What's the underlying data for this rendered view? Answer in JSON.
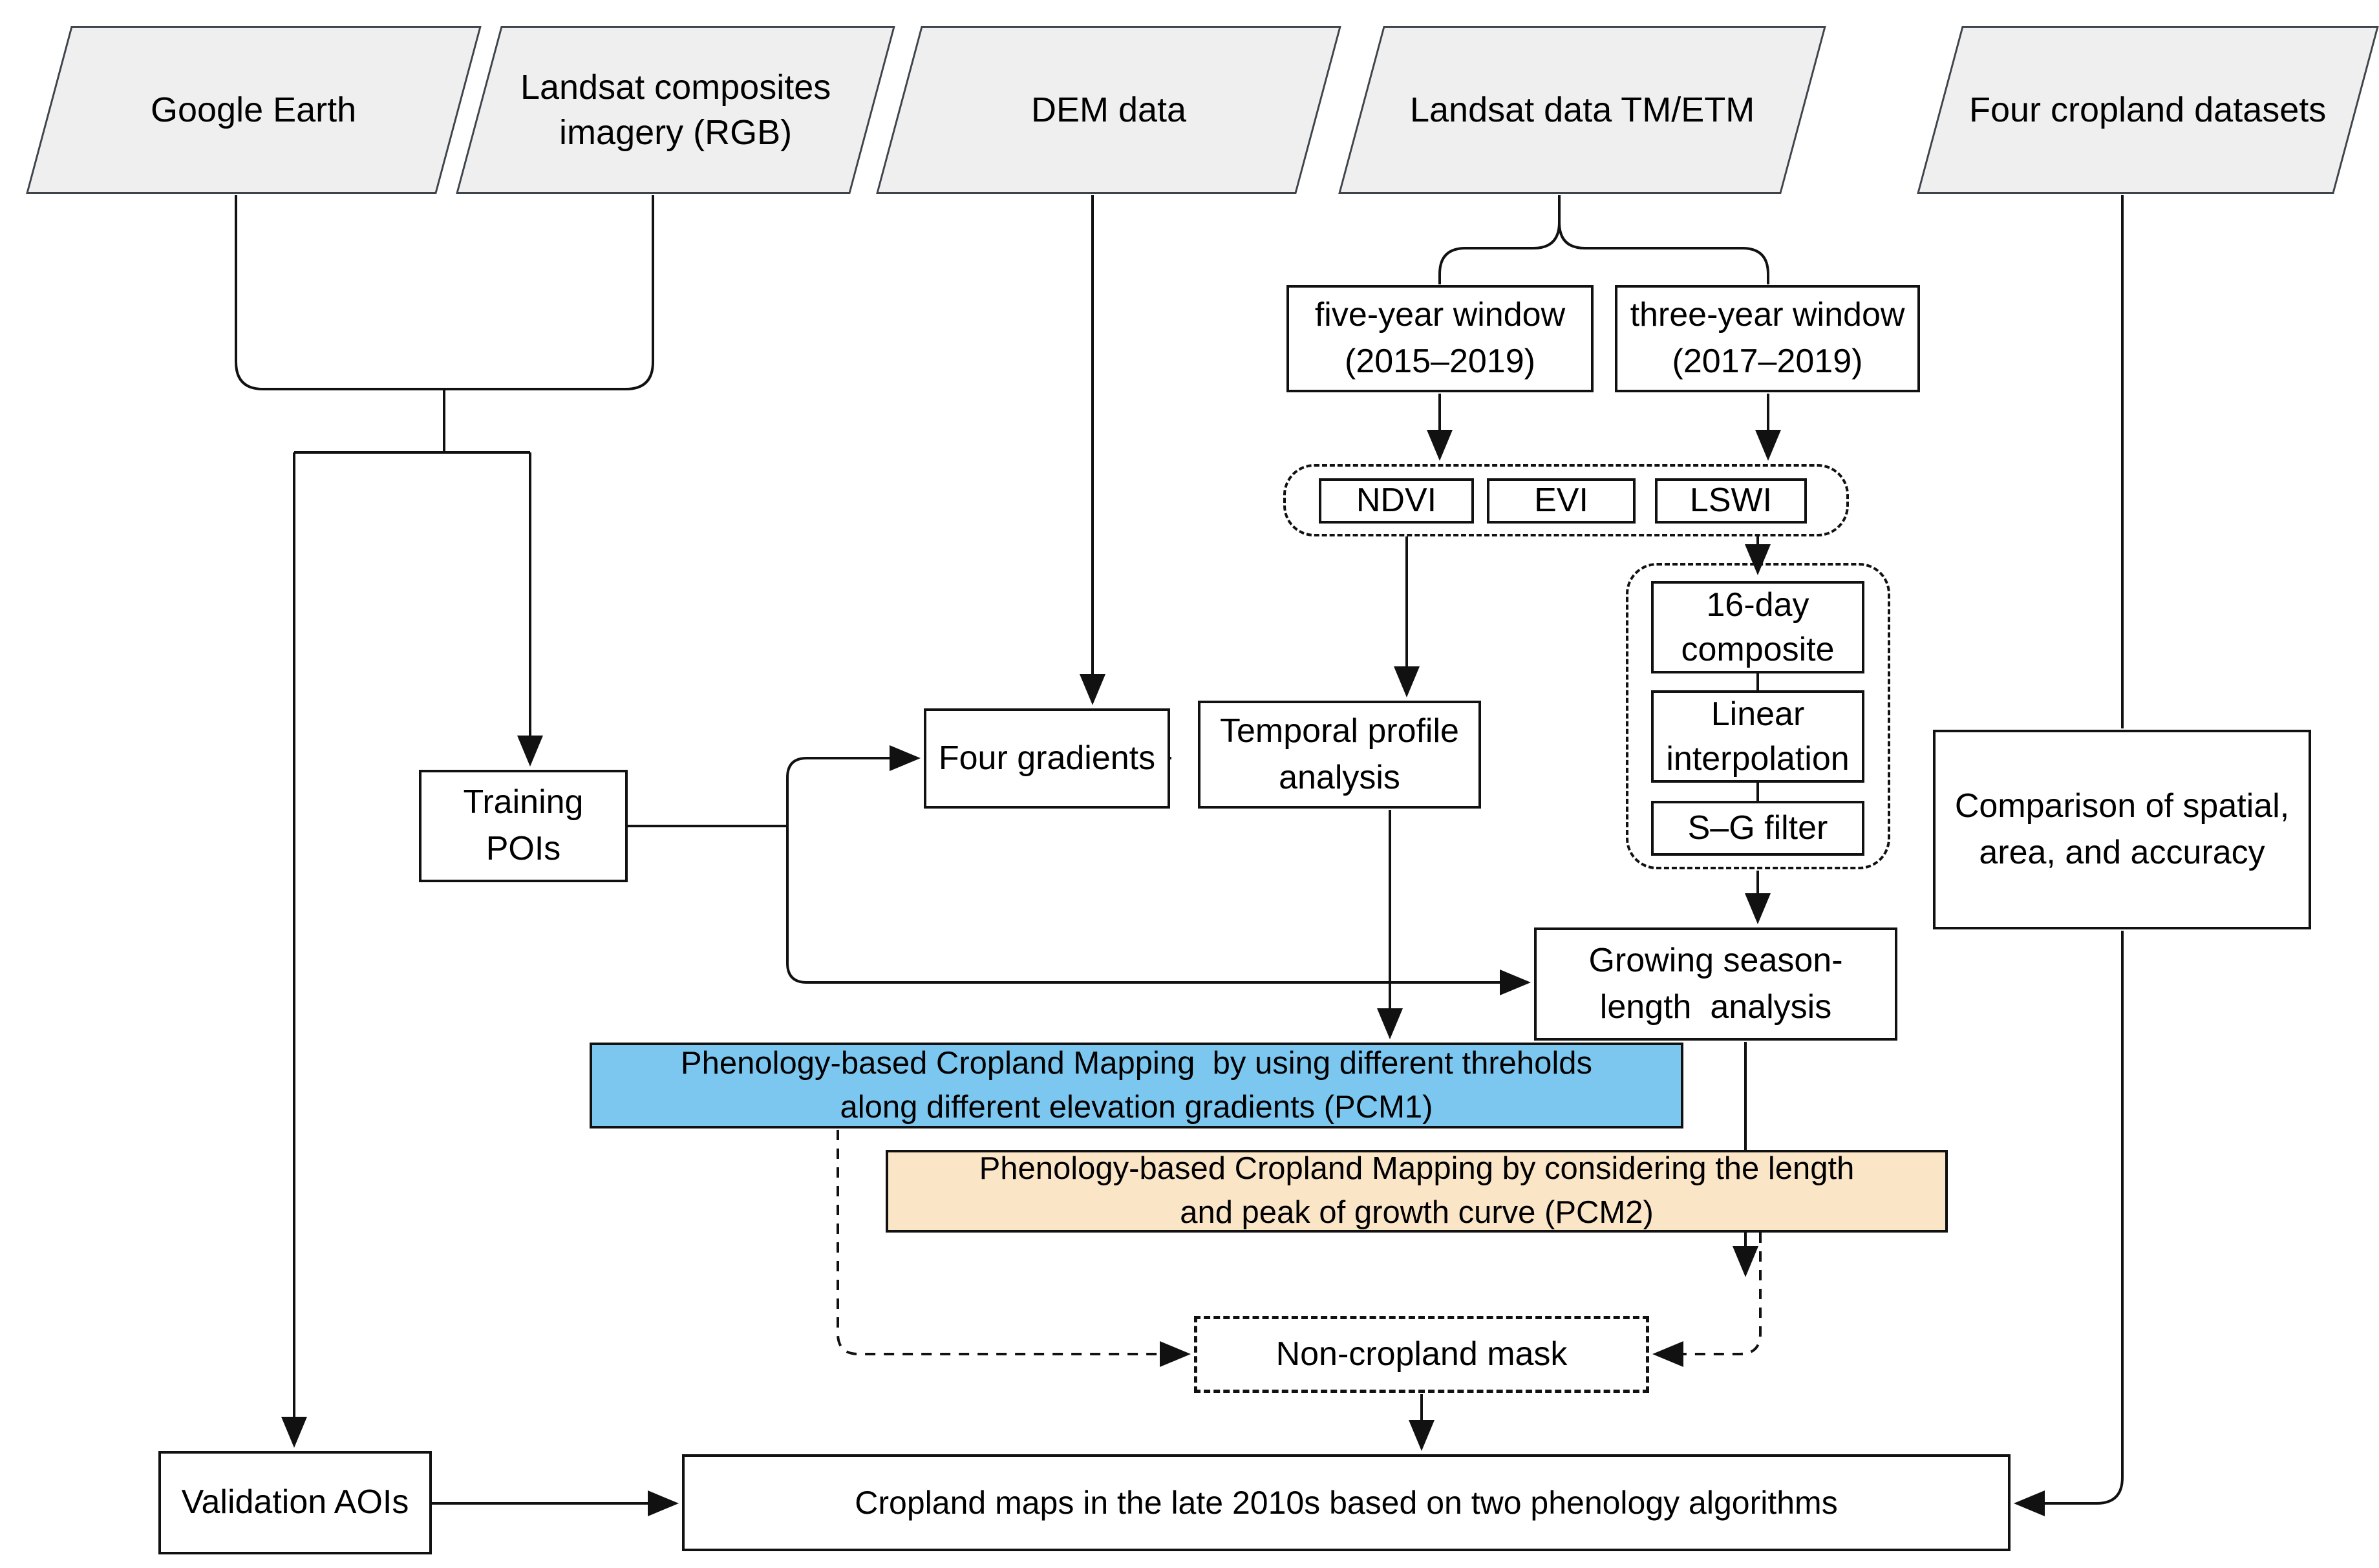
{
  "title": "Cropland mapping methodology flowchart",
  "colors": {
    "pcm1_fill": "#7CC7F0",
    "pcm2_fill": "#FBE5C7",
    "parallelogram_fill": "#EFEFEF",
    "line": "#111111"
  },
  "nodes": {
    "google_earth": {
      "lines": [
        "Google Earth"
      ]
    },
    "landsat_composites": {
      "lines": [
        "Landsat composites",
        "imagery (RGB)"
      ]
    },
    "dem_data": {
      "lines": [
        "DEM data"
      ]
    },
    "landsat_tm": {
      "lines": [
        "Landsat data TM/ETM"
      ]
    },
    "four_cropland": {
      "lines": [
        "Four cropland datasets"
      ]
    },
    "five_year": {
      "lines": [
        "five-year window",
        "(2015–2019)"
      ]
    },
    "three_year": {
      "lines": [
        "three-year window",
        "(2017–2019)"
      ]
    },
    "ndvi": {
      "lines": [
        "NDVI"
      ]
    },
    "evi": {
      "lines": [
        "EVI"
      ]
    },
    "lswi": {
      "lines": [
        "LSWI"
      ]
    },
    "composite_16day": {
      "lines": [
        "16-day",
        "composite"
      ]
    },
    "linear_interpolation": {
      "lines": [
        "Linear",
        "interpolation"
      ]
    },
    "sg_filter": {
      "lines": [
        "S–G filter"
      ]
    },
    "four_gradients": {
      "lines": [
        "Four gradients"
      ]
    },
    "temporal_profile": {
      "lines": [
        "Temporal profile",
        "analysis"
      ]
    },
    "training_pois": {
      "lines": [
        "Training",
        "POIs"
      ]
    },
    "growing_season": {
      "lines": [
        "Growing season-",
        "length  analysis"
      ]
    },
    "comparison": {
      "lines": [
        "Comparison of spatial,",
        "area, and accuracy"
      ]
    },
    "pcm1": {
      "lines": [
        "Phenology-based Cropland Mapping  by using different threholds",
        "along different elevation gradients (PCM1)"
      ]
    },
    "pcm2": {
      "lines": [
        "Phenology-based Cropland Mapping by considering the length",
        "and peak of growth curve (PCM2)"
      ]
    },
    "non_cropland_mask": {
      "lines": [
        "Non-cropland mask"
      ]
    },
    "validation_aois": {
      "lines": [
        "Validation AOIs"
      ]
    },
    "final": {
      "lines": [
        "Cropland maps in the late 2010s based on two phenology algorithms"
      ]
    }
  }
}
